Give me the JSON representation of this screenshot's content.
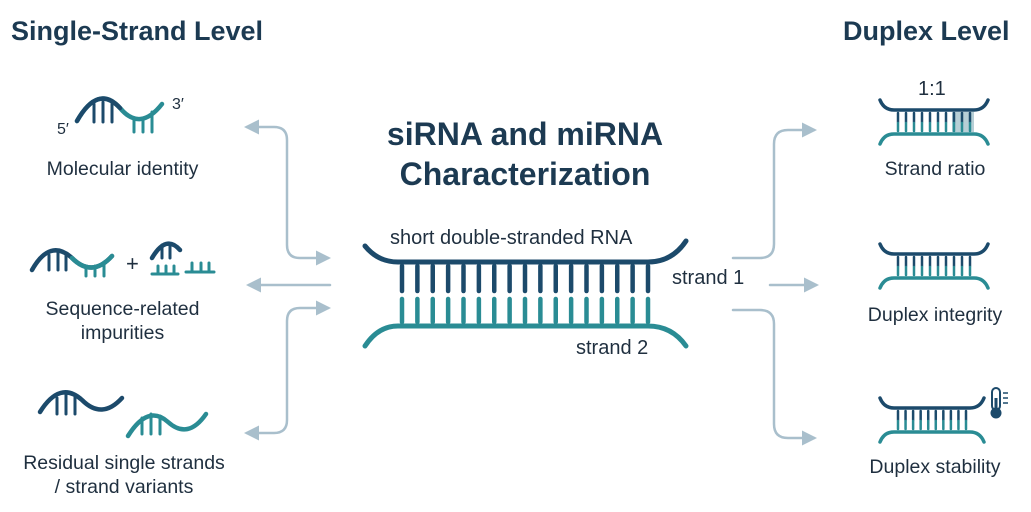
{
  "headings": {
    "left": "Single-Strand Level",
    "right": "Duplex Level"
  },
  "title": {
    "line1": "siRNA and miRNA",
    "line2": "Characterization"
  },
  "center": {
    "caption": "short double-stranded RNA",
    "strand1": "strand 1",
    "strand2": "strand 2"
  },
  "left_items": {
    "identity": {
      "label": "Molecular identity",
      "end5": "5′",
      "end3": "3′"
    },
    "impurities": {
      "line1": "Sequence-related",
      "line2": "impurities",
      "plus": "+"
    },
    "residual": {
      "line1": "Residual single strands",
      "line2": "/ strand variants"
    }
  },
  "right_items": {
    "ratio": {
      "label": "Strand ratio",
      "value": "1:1"
    },
    "integrity": {
      "label": "Duplex integrity"
    },
    "stability": {
      "label": "Duplex stability"
    }
  },
  "icons": {
    "thermometer": "thermometer-icon"
  },
  "colors": {
    "navy": "#1c4a6b",
    "teal": "#2a8c94",
    "arrow": "#a9bfcc",
    "heading": "#1c3a52"
  }
}
